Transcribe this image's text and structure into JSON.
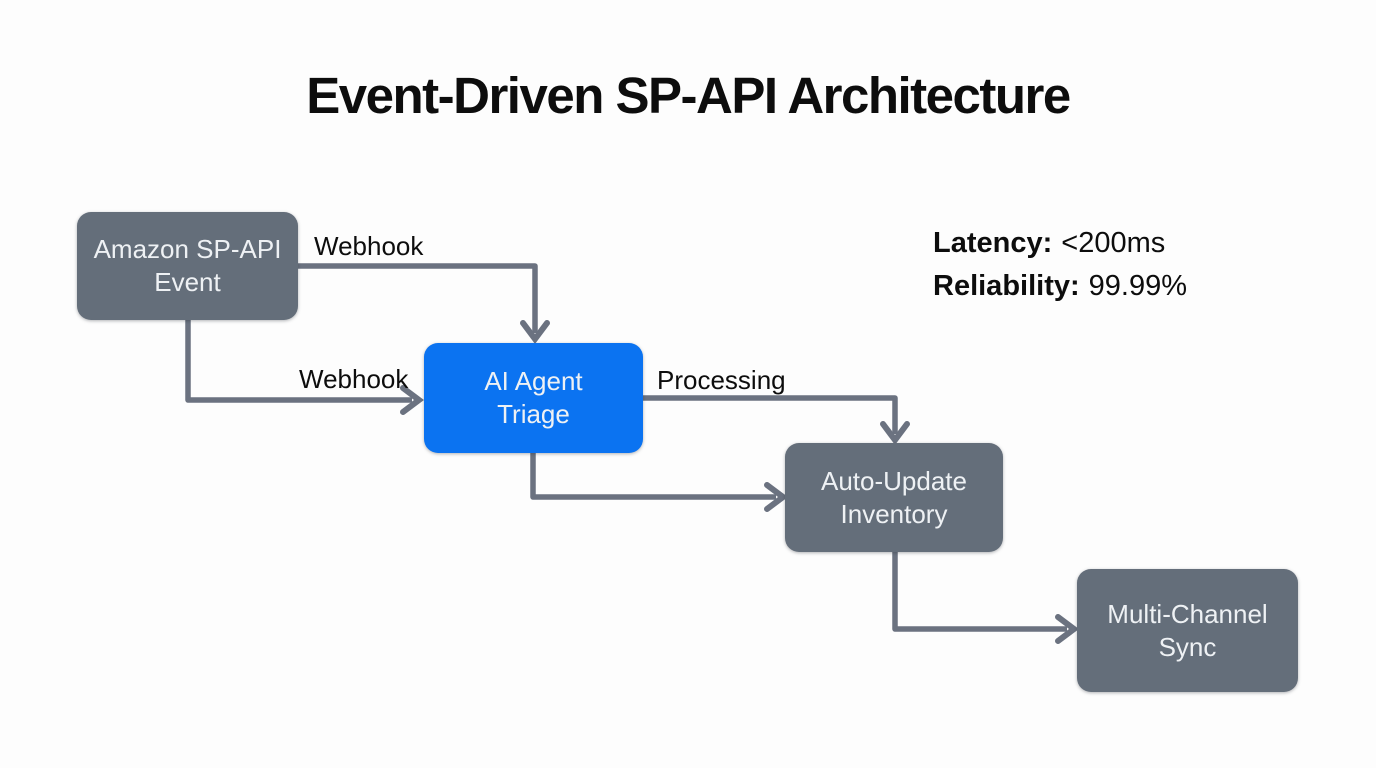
{
  "title": "Event-Driven SP-API Architecture",
  "metrics": {
    "latency_label": "Latency:",
    "latency_value": "<200ms",
    "reliability_label": "Reliability:",
    "reliability_value": "99.99%"
  },
  "nodes": {
    "event": {
      "line1": "Amazon SP-API",
      "line2": "Event"
    },
    "triage": {
      "line1": "AI Agent",
      "line2": "Triage"
    },
    "inventory": {
      "line1": "Auto-Update",
      "line2": "Inventory"
    },
    "sync": {
      "line1": "Multi-Channel",
      "line2": "Sync"
    }
  },
  "edges": {
    "webhook_top": "Webhook",
    "webhook_bottom": "Webhook",
    "processing": "Processing"
  },
  "colors": {
    "background": "#fdfdfd",
    "node_gray": "#646e7a",
    "node_blue": "#0b73f1",
    "connector": "#6b7280",
    "text_white": "#eef1f4",
    "text_black": "#0d0d0d"
  }
}
